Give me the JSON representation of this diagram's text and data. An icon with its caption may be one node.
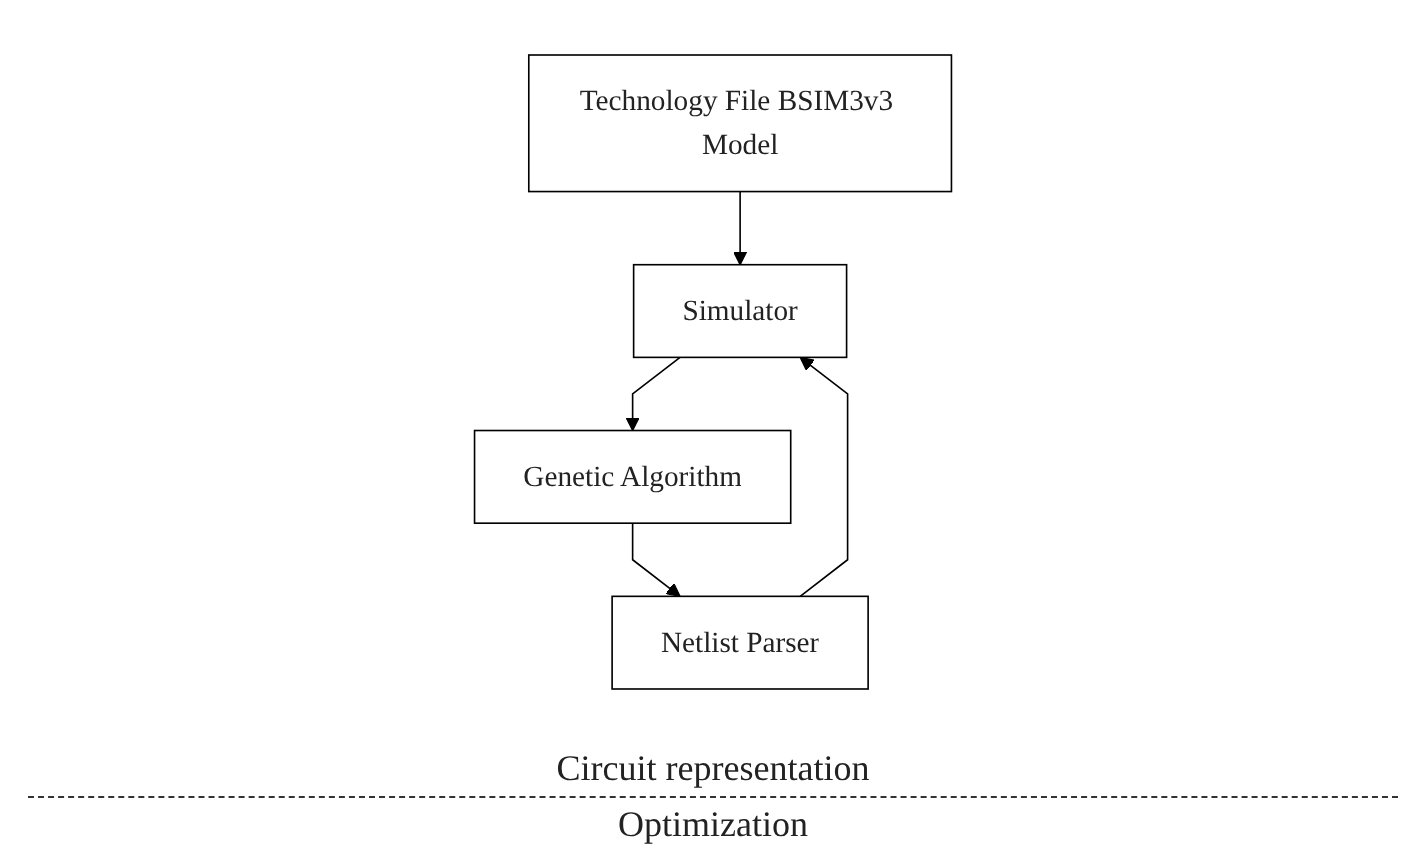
{
  "diagram": {
    "nodes": [
      {
        "text": [
          "Technology File BSIM3v3 Model"
        ]
      },
      {
        "text": [
          "Netlist Parser"
        ]
      },
      {
        "text": [
          "Simulator"
        ]
      },
      {
        "text": [
          "Genetic Algorithm"
        ]
      }
    ],
    "edges": [
      {
        "from": 0,
        "to": 2,
        "arrow": "to"
      },
      {
        "from": 1,
        "to": 2,
        "arrow": "to"
      },
      {
        "from": 2,
        "to": 3,
        "arrow": "to"
      },
      {
        "from": 3,
        "to": 1,
        "arrow": "to"
      }
    ],
    "labels": [
      "Circuit representation",
      "Optimization"
    ]
  }
}
